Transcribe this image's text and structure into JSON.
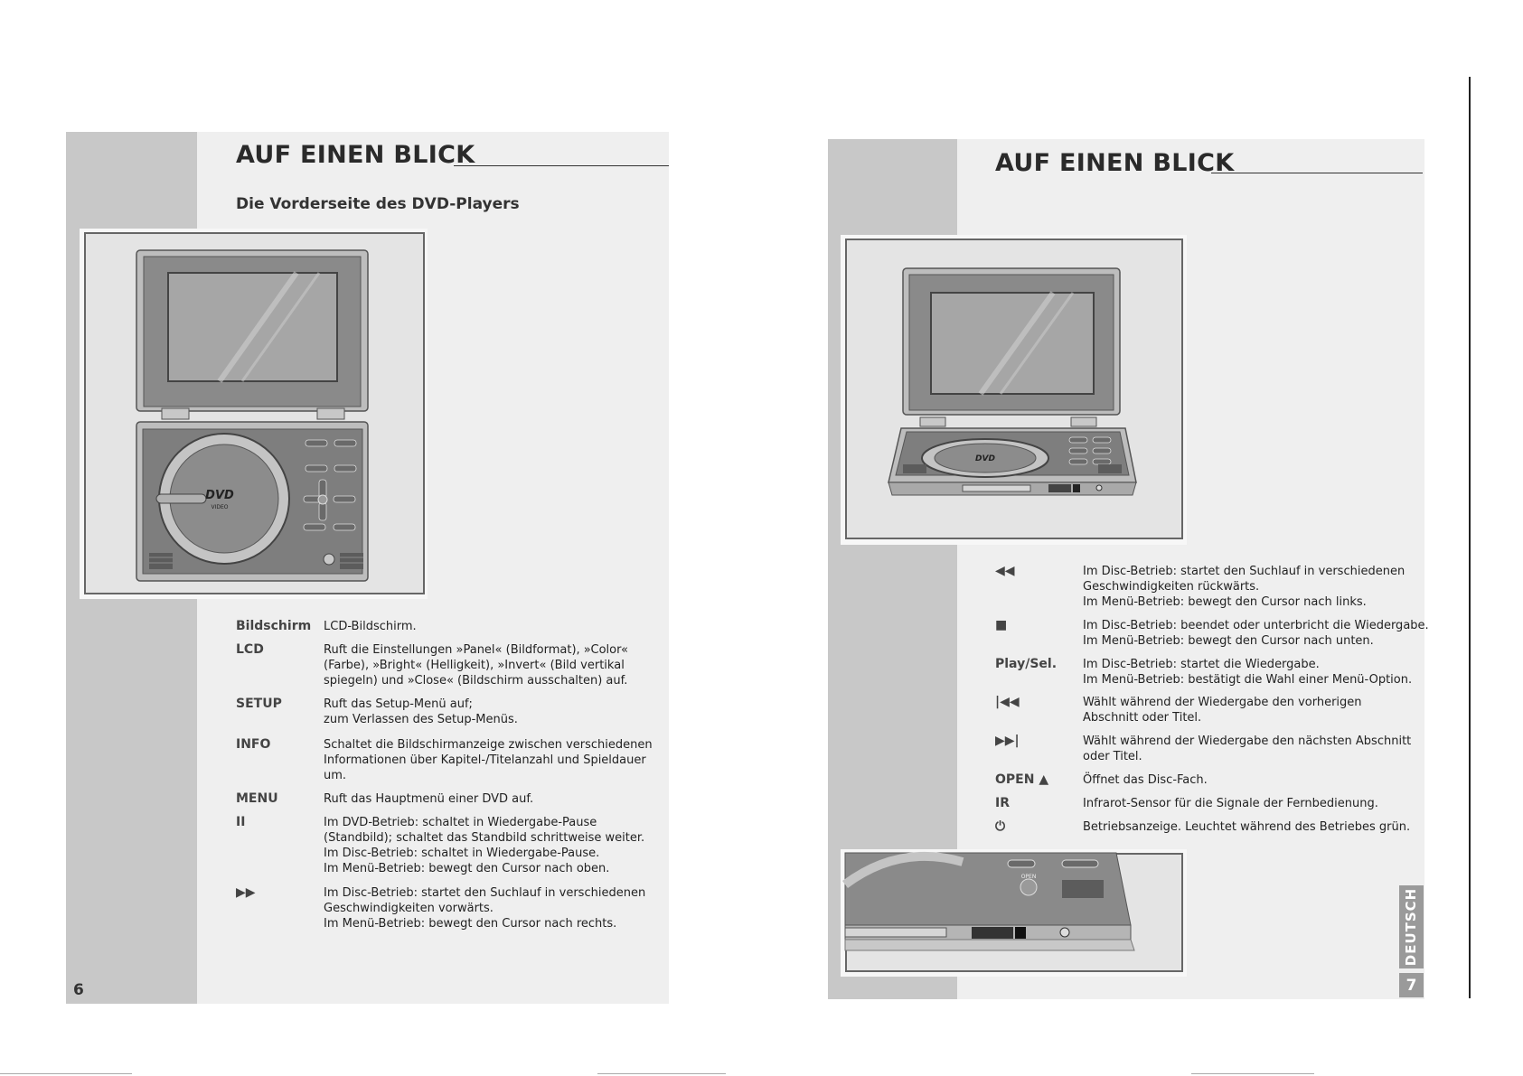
{
  "left_page": {
    "title": "AUF EINEN BLICK",
    "subtitle": "Die Vorderseite des DVD-Players",
    "page_number": "6",
    "figure": {
      "logo": "DVD",
      "logo_sub": "VIDEO"
    },
    "items": [
      {
        "term": "Bildschirm",
        "desc": "LCD-Bildschirm."
      },
      {
        "term": "LCD",
        "desc": "Ruft die Einstellungen »Panel« (Bildformat), »Color«\n(Farbe), »Bright« (Helligkeit), »Invert« (Bild vertikal\nspiegeln) und »Close« (Bildschirm ausschalten) auf."
      },
      {
        "term": "SETUP",
        "desc": "Ruft das Setup-Menü auf;\nzum Verlassen des Setup-Menüs."
      },
      {
        "term": "INFO",
        "desc": "Schaltet die Bildschirmanzeige zwischen verschiedenen\nInformationen über Kapitel-/Titelanzahl und Spieldauer\num."
      },
      {
        "term": "MENU",
        "desc": "Ruft das Hauptmenü einer DVD auf."
      },
      {
        "term": "II",
        "desc": "Im DVD-Betrieb: schaltet in Wiedergabe-Pause\n(Standbild); schaltet das Standbild schrittweise weiter.\nIm Disc-Betrieb: schaltet in Wiedergabe-Pause.\nIm Menü-Betrieb: bewegt den Cursor nach oben."
      },
      {
        "term": "▶▶",
        "desc": "Im Disc-Betrieb: startet den Suchlauf in verschiedenen\nGeschwindigkeiten vorwärts.\nIm Menü-Betrieb: bewegt den Cursor nach rechts."
      }
    ]
  },
  "right_page": {
    "title": "AUF EINEN BLICK",
    "page_number": "7",
    "language_tab": "DEUTSCH",
    "figure": {
      "logo": "DVD",
      "open_label": "OPEN"
    },
    "items": [
      {
        "term": "◀◀",
        "desc": "Im Disc-Betrieb: startet den Suchlauf in verschiedenen\nGeschwindigkeiten rückwärts.\nIm Menü-Betrieb: bewegt den Cursor nach links."
      },
      {
        "term": "■",
        "desc": "Im Disc-Betrieb: beendet oder unterbricht die Wiedergabe.\nIm Menü-Betrieb: bewegt den Cursor nach unten."
      },
      {
        "term": "Play/Sel.",
        "desc": "Im Disc-Betrieb: startet die Wiedergabe.\nIm Menü-Betrieb: bestätigt die Wahl einer Menü-Option."
      },
      {
        "term": "|◀◀",
        "desc": "Wählt während der Wiedergabe den vorherigen\nAbschnitt oder Titel."
      },
      {
        "term": "▶▶|",
        "desc": "Wählt während der Wiedergabe den nächsten Abschnitt\noder Titel."
      },
      {
        "term": "OPEN ▲",
        "desc": "Öffnet das Disc-Fach."
      },
      {
        "term": "IR",
        "desc": "Infrarot-Sensor für die Signale der Fernbedienung."
      },
      {
        "term": "⏻",
        "desc": "Betriebsanzeige. Leuchtet während des Betriebes grün."
      }
    ]
  },
  "colors": {
    "page_bg": "#efefef",
    "sidebar": "#c8c8c8",
    "tab": "#9a9a9a",
    "device_body": "#bcbcbc",
    "device_dark": "#7a7a7a"
  }
}
